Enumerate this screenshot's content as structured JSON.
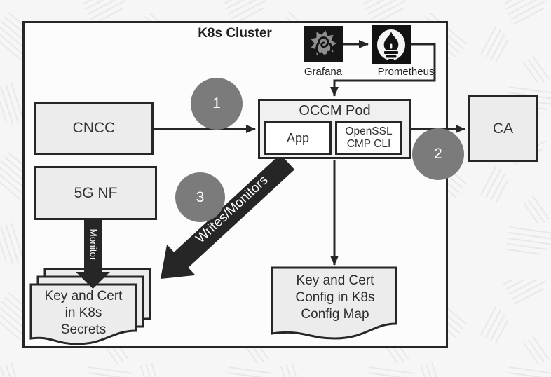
{
  "cluster": {
    "title": "K8s Cluster"
  },
  "nodes": {
    "cncc": "CNCC",
    "fiveg_nf": "5G NF",
    "occm_pod": "OCCM Pod",
    "app": "App",
    "openssl_cmp_cli": "OpenSSL CMP CLI",
    "ca": "CA"
  },
  "monitoring": {
    "grafana": "Grafana",
    "prometheus": "Prometheus"
  },
  "documents": {
    "secrets": "Key and Cert in K8s Secrets",
    "config_map": "Key and Cert Config in K8s Config Map"
  },
  "flows": {
    "monitor": "Monitor",
    "writes_monitors": "Writes/Monitors"
  },
  "steps": {
    "one": "1",
    "two": "2",
    "three": "3"
  },
  "colors": {
    "arrow_dark": "#262626",
    "step_circle_fill": "#7b7b7b",
    "node_fill": "#ececec",
    "node_border": "#262626",
    "cluster_fill": "#fcfcfc",
    "background": "#f6f6f6"
  }
}
